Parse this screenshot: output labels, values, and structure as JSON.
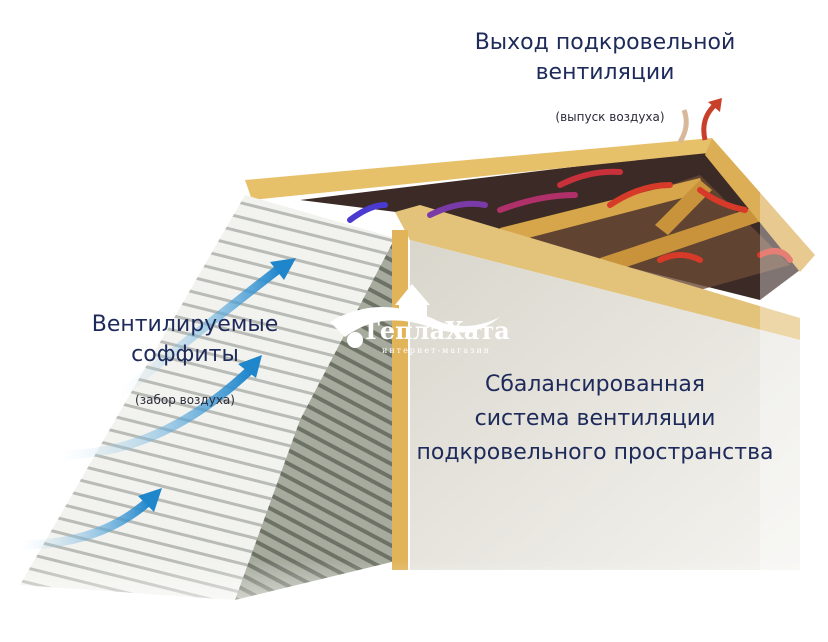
{
  "labels": {
    "exhaust_title_line1": "Выход подкровельной",
    "exhaust_title_line2": "вентиляции",
    "exhaust_note": "(выпуск воздуха)",
    "soffit_title_line1": "Вентилируемые",
    "soffit_title_line2": "соффиты",
    "soffit_note": "(забор воздуха)",
    "system_line1": "Сбалансированная",
    "system_line2": "системa вентиляции",
    "system_line3": "подкровельного пространства"
  },
  "watermark": {
    "brand": "ТеплаХата",
    "tagline": "интернет-магазин"
  },
  "colors": {
    "text": "#1d2a5a",
    "timber": "#e2b85a",
    "intake_arrow": "#2a8fd0",
    "exhaust_arrow": "#d83a2a",
    "mid_arrow": "#7a3aa8"
  }
}
